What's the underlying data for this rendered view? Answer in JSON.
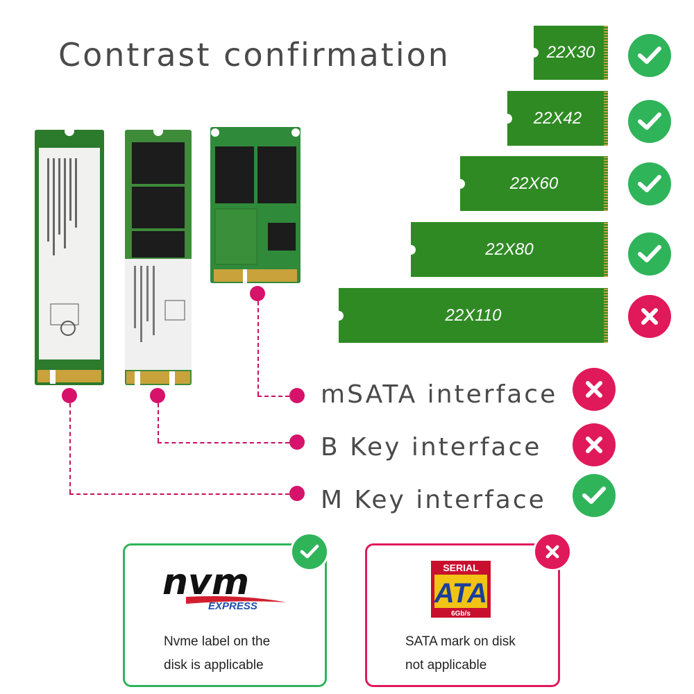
{
  "title": "Contrast confirmation",
  "sizes": [
    {
      "label": "22X30",
      "status": "ok"
    },
    {
      "label": "22X42",
      "status": "ok"
    },
    {
      "label": "22X60",
      "status": "ok"
    },
    {
      "label": "22X80",
      "status": "ok"
    },
    {
      "label": "22X110",
      "status": "no"
    }
  ],
  "interfaces": [
    {
      "label": "mSATA interface",
      "status": "no"
    },
    {
      "label": "B Key interface",
      "status": "no"
    },
    {
      "label": "M Key interface",
      "status": "ok"
    }
  ],
  "cards": {
    "nvme": {
      "logo_main": "nvm",
      "logo_sub": "EXPRESS",
      "line1": "Nvme label on the",
      "line2": "disk is applicable",
      "status": "ok"
    },
    "sata": {
      "logo_top": "SERIAL",
      "logo_main": "ATA",
      "logo_speed": "6Gb/s",
      "line1": "SATA mark on disk",
      "line2": "not applicable",
      "status": "no"
    }
  },
  "colors": {
    "ok": "#2fb45a",
    "no": "#e0195a",
    "board_green": "#2f8a24",
    "dash": "#c41060"
  },
  "icons": {
    "ok": "check-icon",
    "no": "x-icon"
  }
}
